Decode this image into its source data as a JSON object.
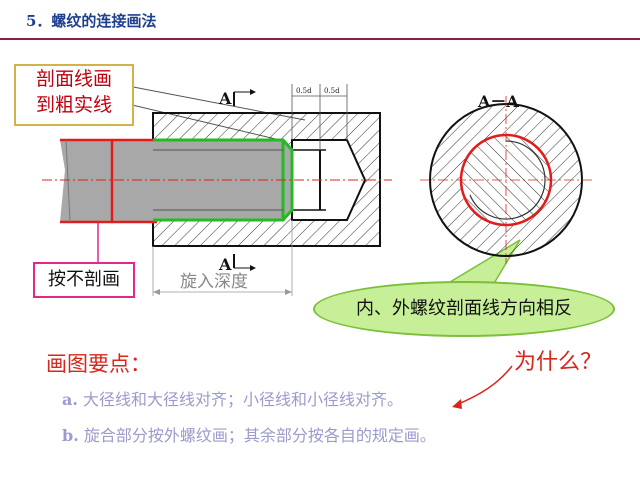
{
  "title": "5．螺纹的连接画法",
  "callout_top": {
    "line1": "剖面线画",
    "line2": "到粗实线"
  },
  "callout_left": "按不剖画",
  "callout_right": "内、外螺纹剖面线方向相反",
  "drawing": {
    "section_mark_top": "A",
    "section_mark_bottom": "A",
    "dim_left": "0.5d",
    "dim_right": "0.5d",
    "depth_label": "旋入深度",
    "section_view_label": "A－A"
  },
  "key_points": {
    "heading": "画图要点：",
    "why": "为什么？",
    "items": [
      {
        "marker": "a.",
        "text": "大径线和大径线对齐；小径线和小径线对齐。"
      },
      {
        "marker": "b.",
        "text": "旋合部分按外螺纹画；其余部分按各自的规定画。"
      }
    ]
  },
  "colors": {
    "title": "#1f3f8f",
    "rule": "#8a1f3c",
    "red": "#d9261c",
    "green": "#22bb22",
    "bolt_fill": "#a8a8a8",
    "oval_fill": "#c6ef97"
  }
}
